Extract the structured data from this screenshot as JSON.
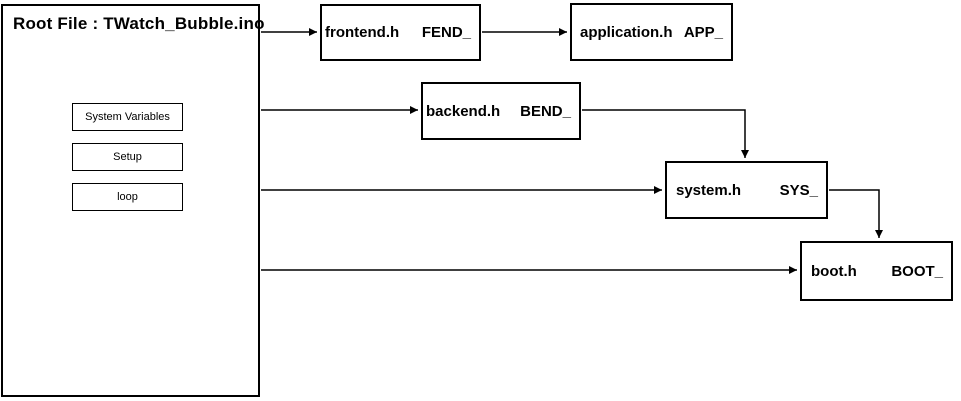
{
  "root": {
    "title": "Root File : TWatch_Bubble.ino",
    "sections": [
      {
        "label": "System Variables"
      },
      {
        "label": "Setup"
      },
      {
        "label": "loop"
      }
    ]
  },
  "nodes": [
    {
      "id": "frontend",
      "file": "frontend.h",
      "prefix": "FEND_"
    },
    {
      "id": "application",
      "file": "application.h",
      "prefix": "APP_"
    },
    {
      "id": "backend",
      "file": "backend.h",
      "prefix": "BEND_"
    },
    {
      "id": "system",
      "file": "system.h",
      "prefix": "SYS_"
    },
    {
      "id": "boot",
      "file": "boot.h",
      "prefix": "BOOT_"
    }
  ],
  "edges": [
    {
      "from": "root",
      "to": "frontend.h"
    },
    {
      "from": "frontend.h",
      "to": "application.h"
    },
    {
      "from": "root",
      "to": "backend.h"
    },
    {
      "from": "backend.h",
      "to": "system.h"
    },
    {
      "from": "root",
      "to": "system.h"
    },
    {
      "from": "system.h",
      "to": "boot.h"
    },
    {
      "from": "root",
      "to": "boot.h"
    }
  ],
  "colors": {
    "background": "#ffffff",
    "line": "#000000",
    "text": "#000000"
  }
}
